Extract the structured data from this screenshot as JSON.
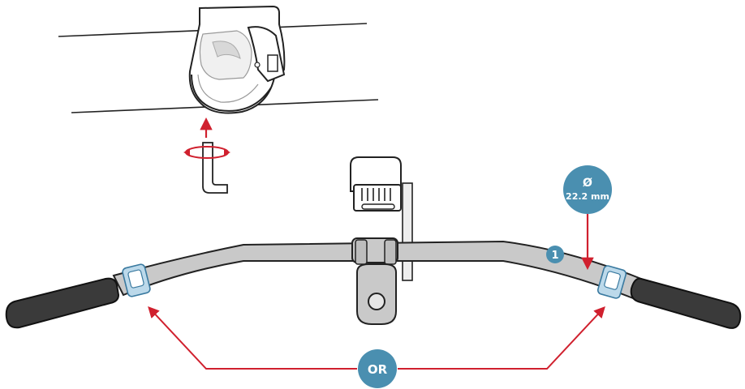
{
  "diagram": {
    "diameter_symbol": "Ø",
    "diameter_value": "22.2 mm",
    "step_number": "1",
    "or_label": "OR"
  },
  "colors": {
    "arrow_red": "#d0202e",
    "badge_blue": "#4a8fb0",
    "bar_gray": "#c9c9c9",
    "outline": "#222222",
    "grip_dark": "#3a3a3a",
    "strap_blue": "#bcd9ea"
  },
  "icons": [
    "clamp-detail-icon",
    "hex-key-icon",
    "light-unit-icon",
    "handlebar-icon",
    "mount-bracket-icon",
    "strap-icon"
  ]
}
